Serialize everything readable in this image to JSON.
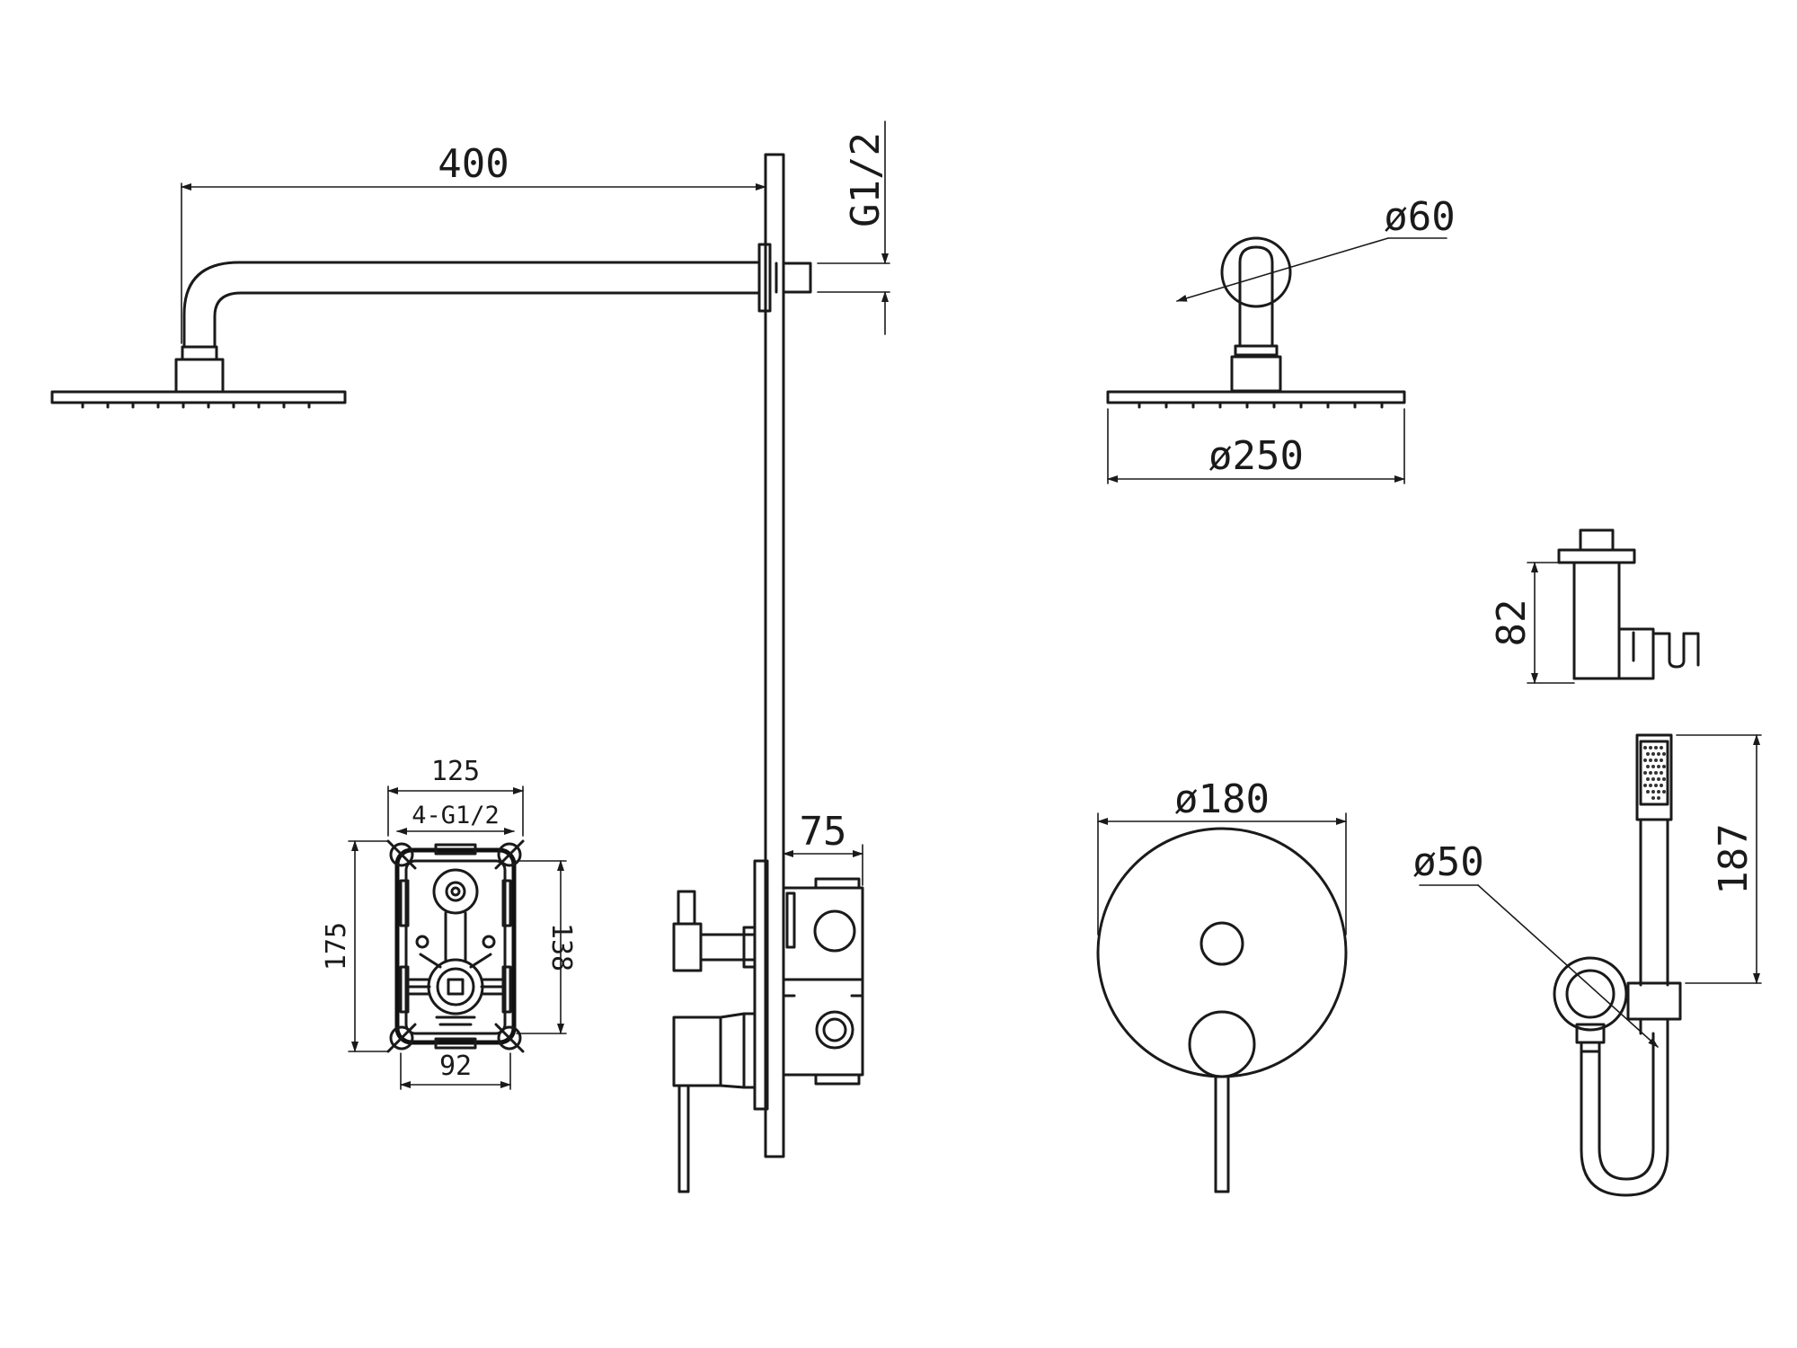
{
  "dimensions": {
    "arm_length": "400",
    "thread_wall": "G1/2",
    "wall_flange_dia": "ø60",
    "head_dia": "ø250",
    "holder_height": "82",
    "box_width": "125",
    "box_threads": "4-G1/2",
    "box_height": "175",
    "box_inner_height": "138",
    "box_inner_width": "92",
    "mixer_depth": "75",
    "plate_dia": "ø180",
    "elbow_dia": "ø50",
    "handshower_length": "187"
  },
  "colors": {
    "line": "#1a1a1a",
    "background": "#ffffff"
  }
}
